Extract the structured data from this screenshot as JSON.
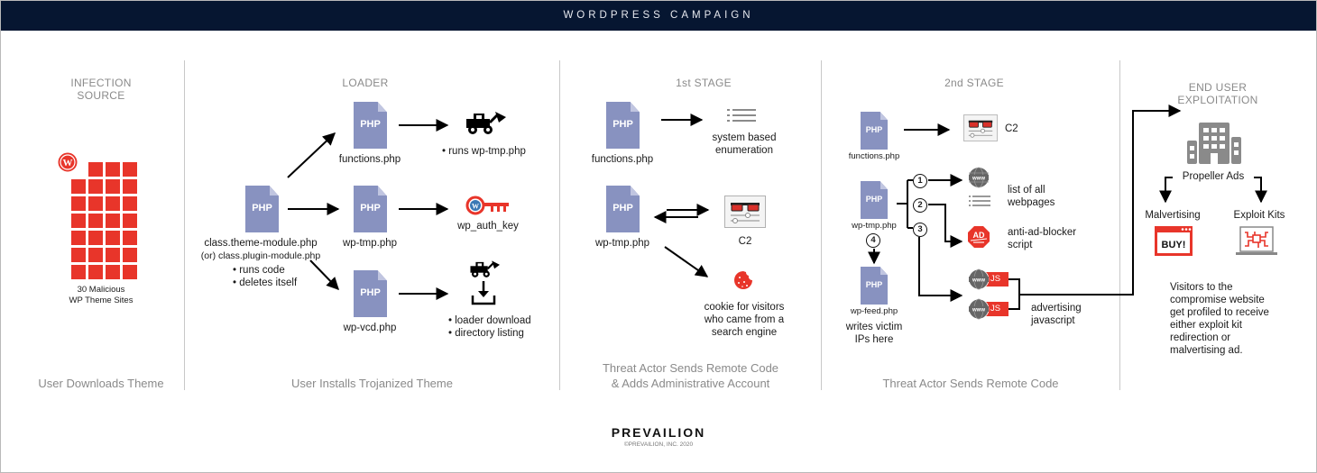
{
  "header": {
    "title": "WORDPRESS CAMPAIGN"
  },
  "colors": {
    "header_bg": "#061631",
    "accent_red": "#e8352a",
    "php_icon": "#8892c0",
    "section_text": "#8a8a8a"
  },
  "sections": {
    "infection": {
      "title": "INFECTION SOURCE",
      "title_lines": [
        "INFECTION",
        "SOURCE"
      ],
      "grid_label_lines": [
        "30 Malicious",
        "WP Theme Sites"
      ],
      "caption": "User Downloads Theme"
    },
    "loader": {
      "title": "LOADER",
      "source_file_lines": [
        "class.theme-module.php",
        "(or) class.plugin-module.php"
      ],
      "source_bullets": [
        "• runs code",
        "• deletes itself"
      ],
      "files": [
        {
          "name": "functions.php",
          "result_icon": "loader-truck-icon",
          "result_lines": [
            "• runs wp-tmp.php"
          ]
        },
        {
          "name": "wp-tmp.php",
          "result_icon": "wp-key-icon",
          "result_lines": [
            "wp_auth_key"
          ]
        },
        {
          "name": "wp-vcd.php",
          "result_icon": "download-icon",
          "result_lines": [
            "• loader download",
            "• directory listing"
          ]
        }
      ],
      "php_label": "PHP",
      "caption": "User Installs Trojanized Theme"
    },
    "stage1": {
      "title": "1st STAGE",
      "files": [
        {
          "name": "functions.php",
          "result_lines": [
            "system based",
            "enumeration"
          ]
        },
        {
          "name": "wp-tmp.php",
          "result_lines": [
            "C2"
          ]
        }
      ],
      "cookie_lines": [
        "cookie for visitors",
        "who came from a",
        "search engine"
      ],
      "caption_lines": [
        "Threat Actor Sends Remote Code",
        "& Adds Administrative Account"
      ]
    },
    "stage2": {
      "title": "2nd STAGE",
      "files": [
        {
          "name": "functions.php"
        },
        {
          "name": "wp-tmp.php"
        },
        {
          "name": "wp-feed.php"
        }
      ],
      "c2_label": "C2",
      "steps": [
        "1",
        "2",
        "3",
        "4"
      ],
      "results": [
        {
          "icon": "www-globe-icon",
          "lines": [
            "list of all",
            "webpages"
          ]
        },
        {
          "icon": "ad-block-icon",
          "lines": [
            "anti-ad-blocker",
            "script"
          ]
        },
        {
          "icon": "www-js-icon",
          "lines": [
            "advertising",
            "javascript"
          ]
        }
      ],
      "feed_lines": [
        "writes victim",
        "IPs here"
      ],
      "js_label": "JS",
      "www_label": "www",
      "ad_label": "AD",
      "caption": "Threat Actor Sends Remote Code"
    },
    "end_user": {
      "title_lines": [
        "END USER",
        "EXPLOITATION"
      ],
      "network": "Propeller Ads",
      "branches": [
        "Malvertising",
        "Exploit Kits"
      ],
      "buy_label": "BUY!",
      "description_lines": [
        "Visitors to the",
        "compromise website",
        "get profiled to receive",
        "either exploit kit",
        "redirection or",
        "malvertising ad."
      ]
    }
  },
  "footer": {
    "brand": "PREVAILION",
    "copyright": "©PREVAILION, INC. 2020"
  }
}
